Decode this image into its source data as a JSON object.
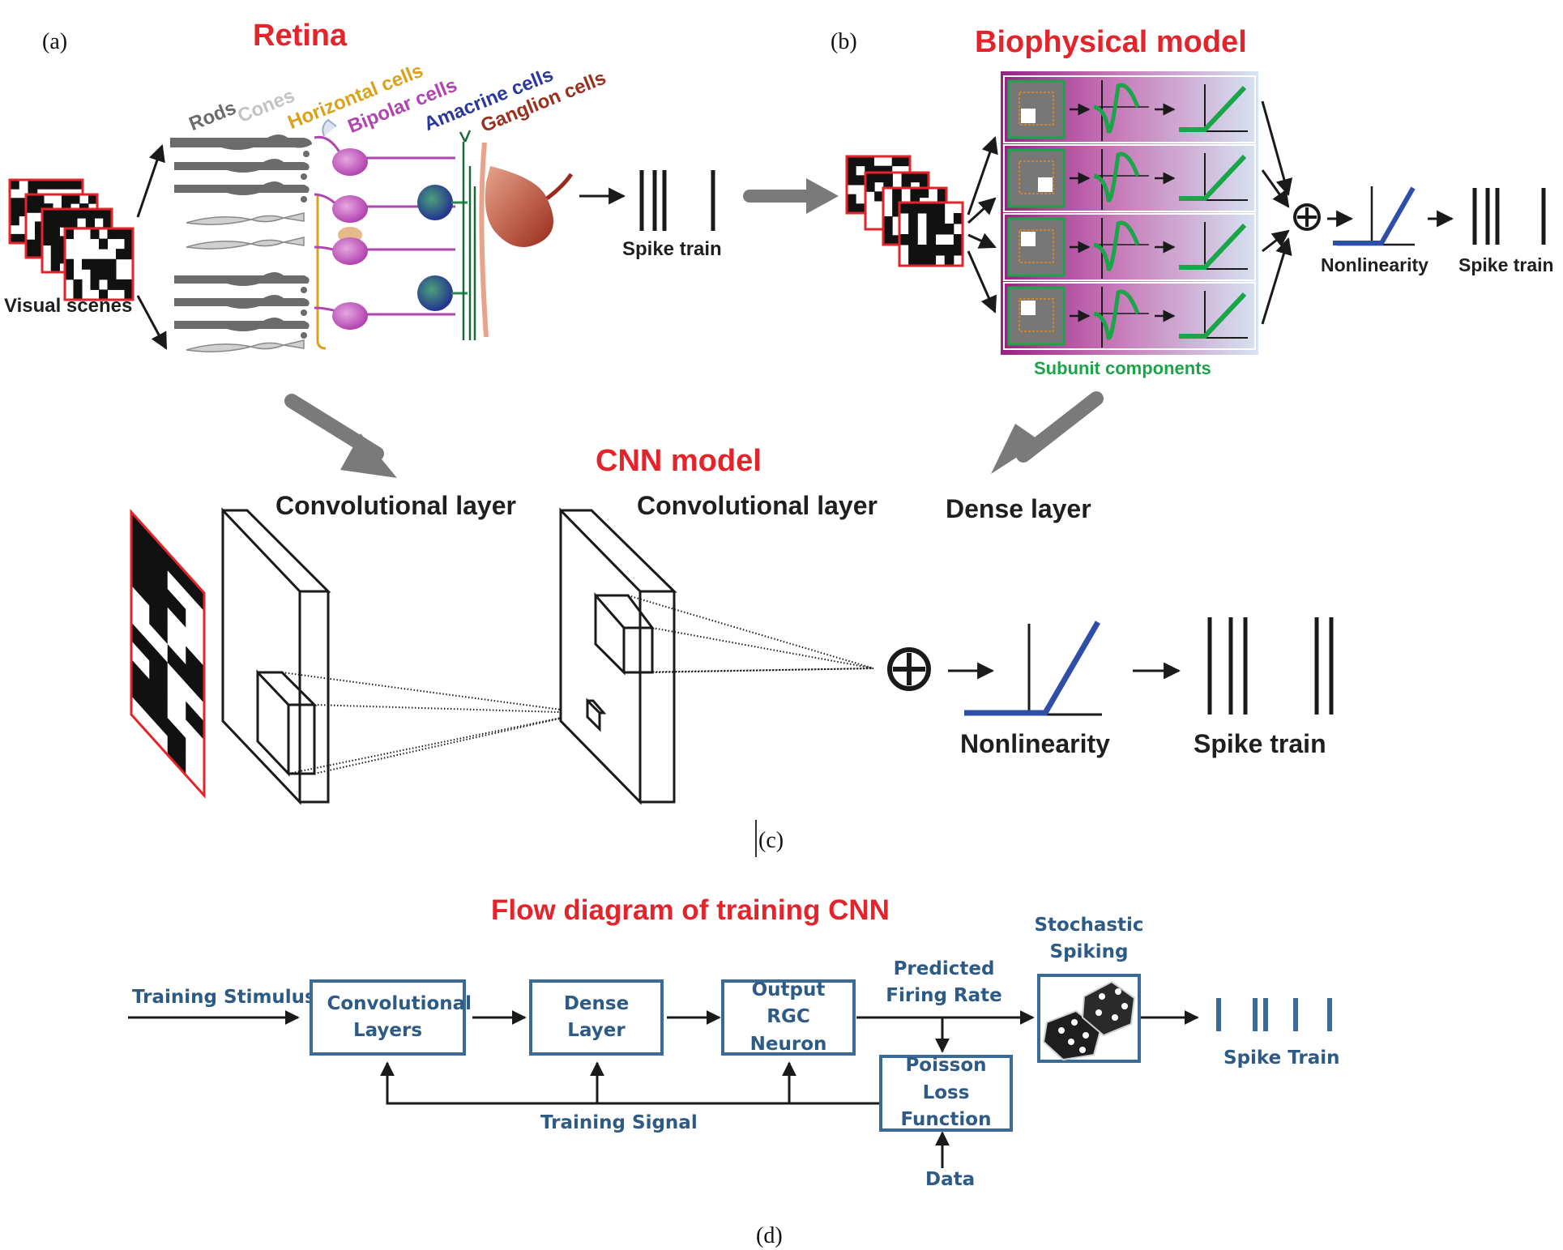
{
  "colors": {
    "title_red": "#e3242b",
    "flow_blue": "#3a6a96",
    "flow_text": "#2e5b86",
    "subunit_green": "#1aa548",
    "relu_blue": "#2f4ea8",
    "rods": "#6b6b6b",
    "cones": "#c4c4c4",
    "horizontal": "#d9a21b",
    "bipolar": "#b044b0",
    "amacrine": "#2b3a9a",
    "ganglion": "#9a3020"
  },
  "panel_a": {
    "label": "(a)",
    "title": "Retina",
    "input_label": "Visual scenes",
    "cell_labels": {
      "rods": "Rods",
      "cones": "Cones",
      "horizontal": "Horizontal cells",
      "bipolar": "Bipolar cells",
      "amacrine": "Amacrine cells",
      "ganglion": "Ganglion cells"
    },
    "output_label": "Spike train"
  },
  "panel_b": {
    "label": "(b)",
    "title": "Biophysical model",
    "subunit_caption": "Subunit components",
    "nonlinearity_label": "Nonlinearity",
    "output_label": "Spike train"
  },
  "panel_c": {
    "label": "(c)",
    "title": "CNN model",
    "layer1": "Convolutional layer",
    "layer2": "Convolutional layer",
    "dense": "Dense layer",
    "nonlinearity_label": "Nonlinearity",
    "output_label": "Spike train"
  },
  "panel_d": {
    "label": "(d)",
    "title": "Flow diagram of training CNN",
    "training_stimulus": "Training Stimulus",
    "conv_layers": "Convolutional Layers",
    "dense_layer": "Dense Layer",
    "output_neuron": "Output RGC Neuron",
    "predicted_rate": "Predicted Firing Rate",
    "stochastic": "Stochastic Spiking",
    "poisson_loss": "Poisson Loss Function",
    "data": "Data",
    "training_signal": "Training Signal",
    "spike_train": "Spike Train"
  }
}
